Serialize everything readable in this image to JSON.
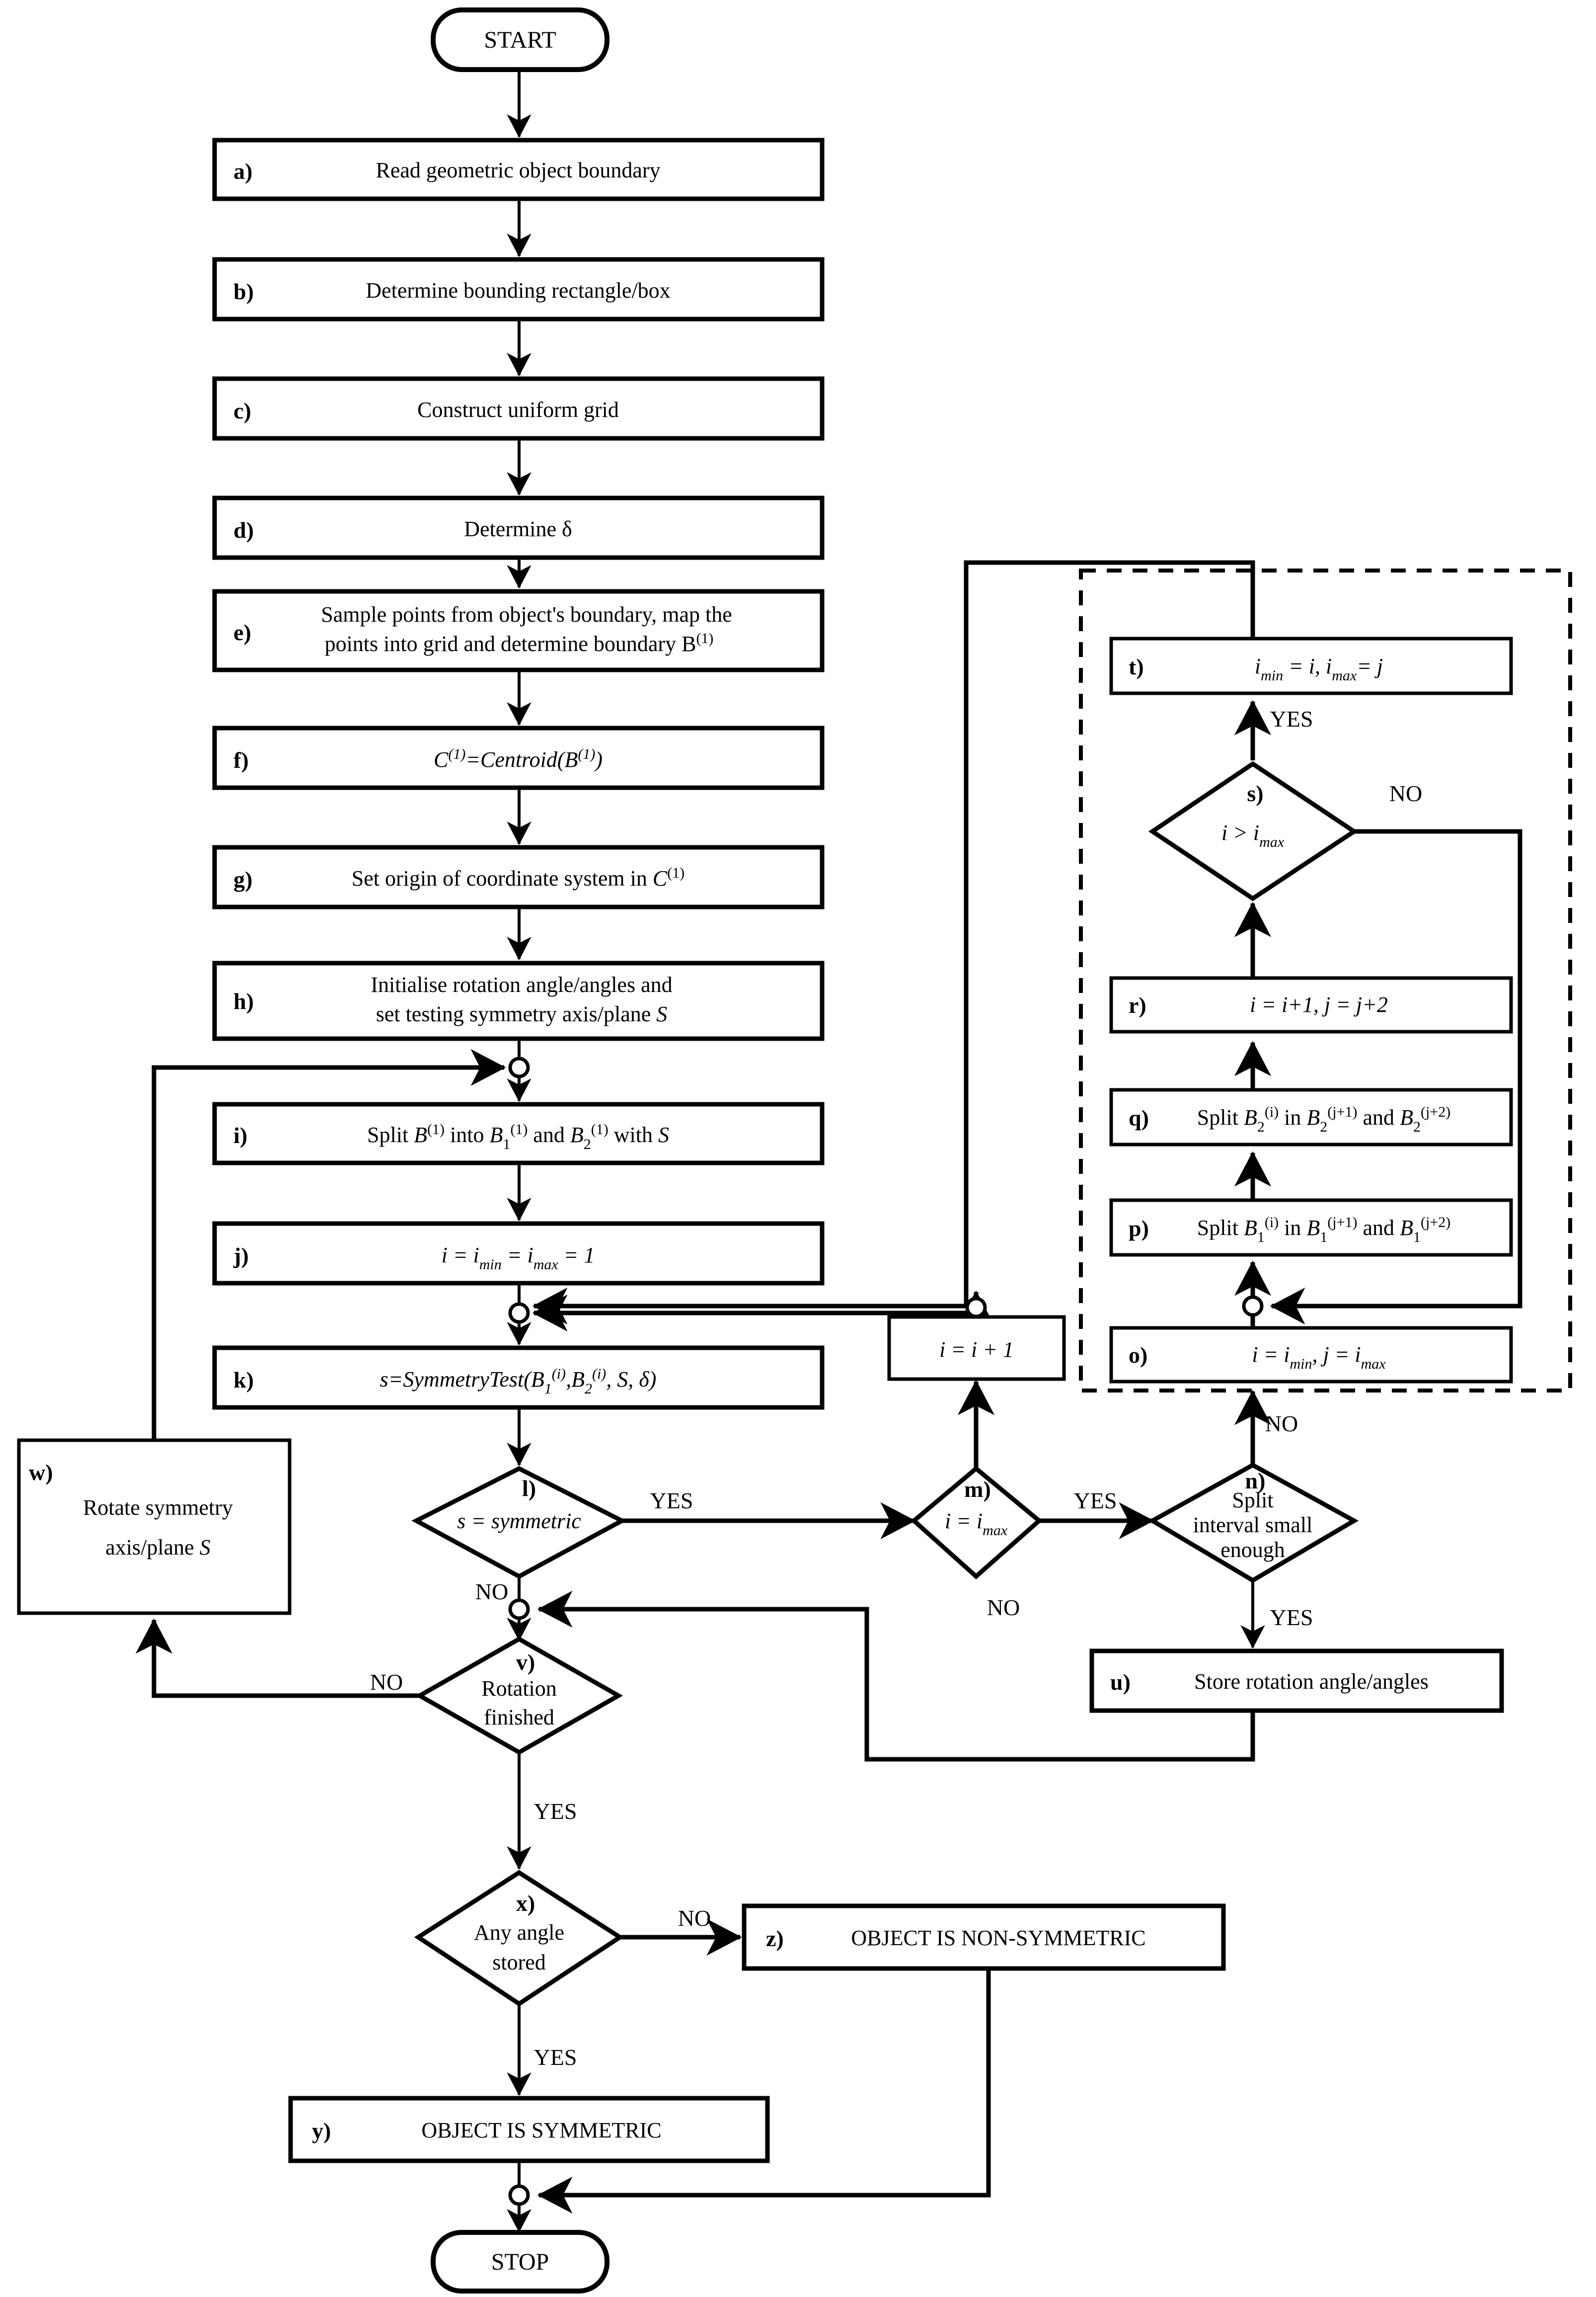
{
  "diagram": {
    "title": "Symmetry detection algorithm flowchart",
    "terminators": {
      "start": "START",
      "stop": "STOP"
    },
    "edge_labels": {
      "yes": "YES",
      "no": "NO"
    },
    "nodes": [
      {
        "id": "start",
        "tag": "",
        "shape": "terminator",
        "text": "START"
      },
      {
        "id": "a",
        "tag": "a)",
        "shape": "process",
        "text": "Read geometric object boundary"
      },
      {
        "id": "b",
        "tag": "b)",
        "shape": "process",
        "text": "Determine bounding rectangle/box"
      },
      {
        "id": "c",
        "tag": "c)",
        "shape": "process",
        "text": "Construct uniform grid"
      },
      {
        "id": "d",
        "tag": "d)",
        "shape": "process",
        "text": "Determine δ"
      },
      {
        "id": "e",
        "tag": "e)",
        "shape": "process",
        "text": "Sample points from object's boundary, map the points into grid and determine boundary B(1)",
        "line1": "Sample points from object's boundary, map the",
        "line2": "points into grid and determine boundary B",
        "line2_sup": "(1)"
      },
      {
        "id": "f",
        "tag": "f)",
        "shape": "process",
        "text": "C(1)=Centroid(B(1))"
      },
      {
        "id": "g",
        "tag": "g)",
        "shape": "process",
        "text": "Set origin of coordinate system in C(1)"
      },
      {
        "id": "h",
        "tag": "h)",
        "shape": "process",
        "text": "Initialise rotation angle/angles and set testing symmetry axis/plane S",
        "line1": "Initialise rotation angle/angles and",
        "line2": "set testing symmetry axis/plane S"
      },
      {
        "id": "i",
        "tag": "i)",
        "shape": "process",
        "text": "Split B(1) into B1(1) and B2(1) with S"
      },
      {
        "id": "j",
        "tag": "j)",
        "shape": "process",
        "text": "i = imin = imax = 1"
      },
      {
        "id": "k",
        "tag": "k)",
        "shape": "process",
        "text": "s=SymmetryTest(B1(i),B2(i), S, δ)"
      },
      {
        "id": "l",
        "tag": "l)",
        "shape": "decision",
        "text": "s = symmetric"
      },
      {
        "id": "m",
        "tag": "m)",
        "shape": "decision",
        "text": "i = imax"
      },
      {
        "id": "n",
        "tag": "n)",
        "shape": "decision",
        "text": "Split interval small enough",
        "line1": "Split",
        "line2": "interval small",
        "line3": "enough"
      },
      {
        "id": "o",
        "tag": "o)",
        "shape": "process",
        "text": "i = imin, j = imax"
      },
      {
        "id": "p",
        "tag": "p)",
        "shape": "process",
        "text": "Split B1(i) in B1(j+1) and B1(j+2)"
      },
      {
        "id": "q",
        "tag": "q)",
        "shape": "process",
        "text": "Split B2(i) in B2(j+1) and B2(j+2)"
      },
      {
        "id": "r",
        "tag": "r)",
        "shape": "process",
        "text": "i = i+1, j = j+2"
      },
      {
        "id": "s",
        "tag": "s)",
        "shape": "decision",
        "text": "i > imax"
      },
      {
        "id": "t",
        "tag": "t)",
        "shape": "process",
        "text": "imin = i, imax = j"
      },
      {
        "id": "u",
        "tag": "u)",
        "shape": "process",
        "text": "Store rotation angle/angles"
      },
      {
        "id": "v",
        "tag": "v)",
        "shape": "decision",
        "text": "Rotation finished",
        "line1": "Rotation",
        "line2": "finished"
      },
      {
        "id": "w",
        "tag": "w)",
        "shape": "process",
        "text": "Rotate symmetry axis/plane S",
        "line1": "Rotate symmetry",
        "line2": "axis/plane S"
      },
      {
        "id": "x",
        "tag": "x)",
        "shape": "decision",
        "text": "Any angle stored",
        "line1": "Any angle",
        "line2": "stored"
      },
      {
        "id": "y",
        "tag": "y)",
        "shape": "process",
        "text": "OBJECT IS SYMMETRIC"
      },
      {
        "id": "z",
        "tag": "z)",
        "shape": "process",
        "text": "OBJECT IS NON-SYMMETRIC"
      },
      {
        "id": "inc",
        "tag": "",
        "shape": "process",
        "text": "i = i + 1"
      },
      {
        "id": "stop",
        "tag": "",
        "shape": "terminator",
        "text": "STOP"
      }
    ],
    "edges": [
      {
        "from": "start",
        "to": "a",
        "label": ""
      },
      {
        "from": "a",
        "to": "b",
        "label": ""
      },
      {
        "from": "b",
        "to": "c",
        "label": ""
      },
      {
        "from": "c",
        "to": "d",
        "label": ""
      },
      {
        "from": "d",
        "to": "e",
        "label": ""
      },
      {
        "from": "e",
        "to": "f",
        "label": ""
      },
      {
        "from": "f",
        "to": "g",
        "label": ""
      },
      {
        "from": "g",
        "to": "h",
        "label": ""
      },
      {
        "from": "h",
        "to": "i",
        "label": ""
      },
      {
        "from": "i",
        "to": "j",
        "label": ""
      },
      {
        "from": "j",
        "to": "k",
        "label": ""
      },
      {
        "from": "k",
        "to": "l",
        "label": ""
      },
      {
        "from": "l",
        "to": "m",
        "label": "YES"
      },
      {
        "from": "l",
        "to": "v",
        "label": "NO"
      },
      {
        "from": "m",
        "to": "inc",
        "label": "NO"
      },
      {
        "from": "m",
        "to": "n",
        "label": "YES"
      },
      {
        "from": "n",
        "to": "o",
        "label": "NO"
      },
      {
        "from": "n",
        "to": "u",
        "label": "YES"
      },
      {
        "from": "inc",
        "to": "k",
        "label": ""
      },
      {
        "from": "o",
        "to": "p",
        "label": ""
      },
      {
        "from": "p",
        "to": "q",
        "label": ""
      },
      {
        "from": "q",
        "to": "r",
        "label": ""
      },
      {
        "from": "r",
        "to": "s",
        "label": ""
      },
      {
        "from": "s",
        "to": "t",
        "label": "YES"
      },
      {
        "from": "s",
        "to": "p",
        "label": "NO"
      },
      {
        "from": "t",
        "to": "k",
        "label": ""
      },
      {
        "from": "u",
        "to": "v",
        "label": ""
      },
      {
        "from": "v",
        "to": "w",
        "label": "NO"
      },
      {
        "from": "v",
        "to": "x",
        "label": "YES"
      },
      {
        "from": "w",
        "to": "i",
        "label": ""
      },
      {
        "from": "x",
        "to": "z",
        "label": "NO"
      },
      {
        "from": "x",
        "to": "y",
        "label": "YES"
      },
      {
        "from": "y",
        "to": "stop",
        "label": ""
      },
      {
        "from": "z",
        "to": "stop",
        "label": ""
      }
    ],
    "grouping": {
      "dashed_region_label": ""
    },
    "colors": {
      "stroke": "#000000",
      "fill": "#ffffff",
      "background": "#ffffff"
    }
  }
}
